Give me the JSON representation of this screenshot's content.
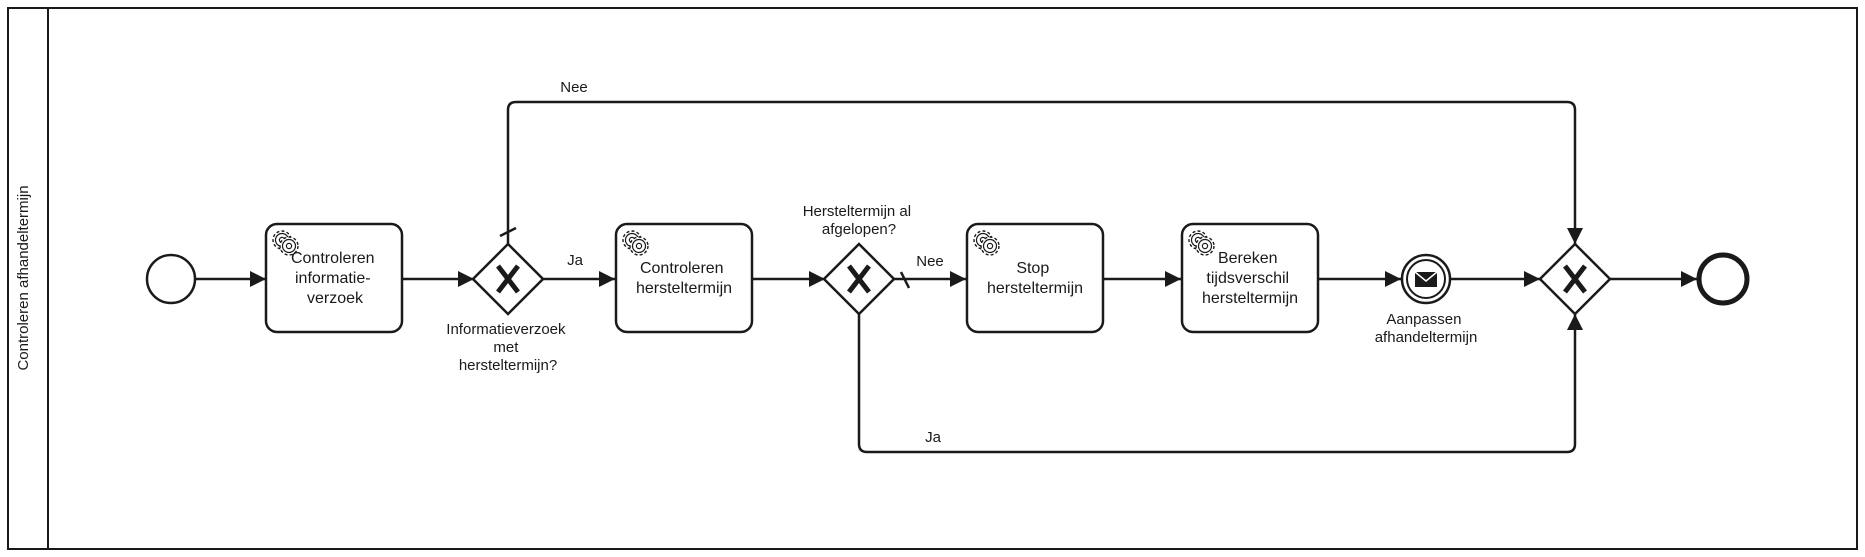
{
  "pool": {
    "lane_label": "Controleren afhandeltermijn"
  },
  "tasks": {
    "controleren_informatieverzoek": [
      "Controleren",
      "informatie-",
      "verzoek"
    ],
    "controleren_hersteltermijn": [
      "Controleren",
      "hersteltermijn"
    ],
    "stop_hersteltermijn": [
      "Stop",
      "hersteltermijn"
    ],
    "bereken_tijdsverschil": [
      "Bereken",
      "tijdsverschil",
      "hersteltermijn"
    ]
  },
  "gateways": {
    "informatieverzoek": [
      "Informatieverzoek",
      "met",
      "hersteltermijn?"
    ],
    "hersteltermijn_afgelopen": [
      "Hersteltermijn al",
      "afgelopen?"
    ]
  },
  "events": {
    "aanpassen": [
      "Aanpassen",
      "afhandeltermijn"
    ]
  },
  "flows": {
    "nee_top": "Nee",
    "ja_1": "Ja",
    "nee_2": "Nee",
    "ja_bottom": "Ja"
  },
  "colors": {
    "stroke": "#1a1a1a",
    "fill": "#ffffff"
  }
}
